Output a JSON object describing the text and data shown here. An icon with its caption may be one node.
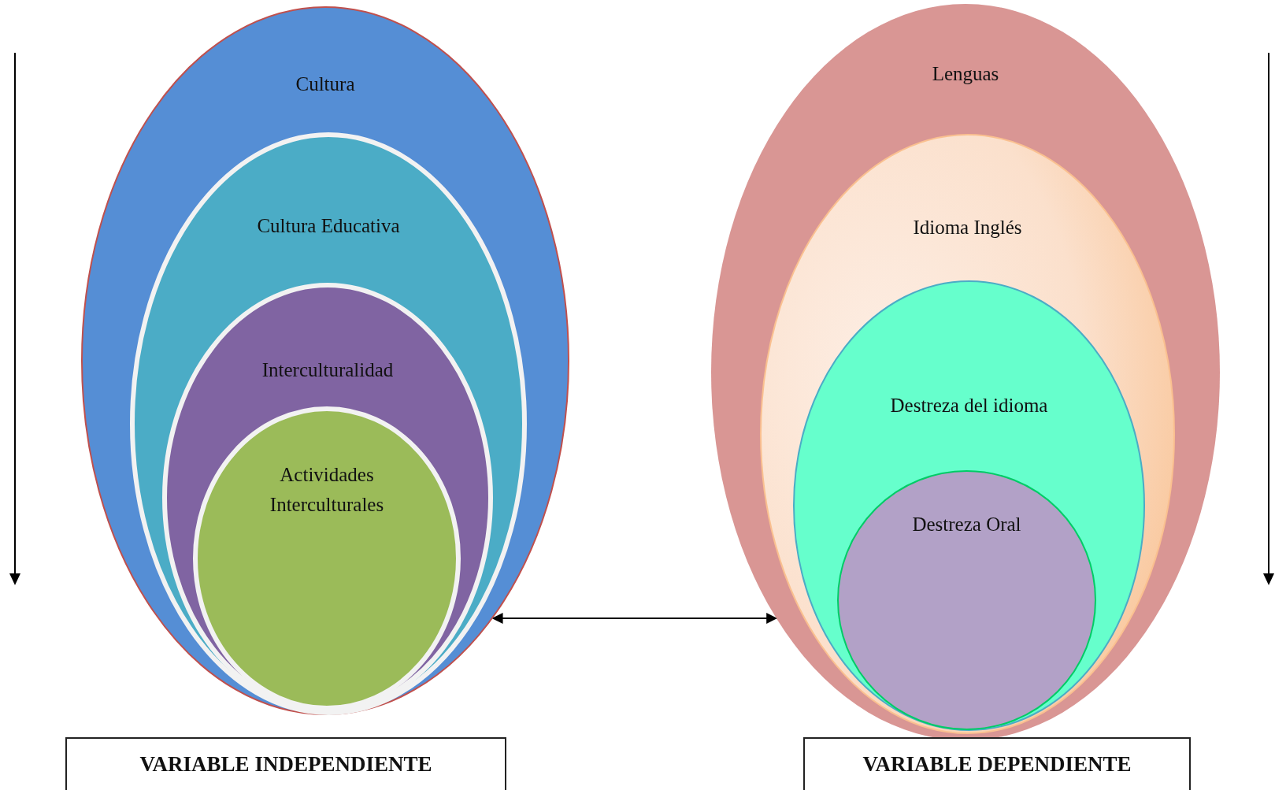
{
  "diagram": {
    "nodes": [
      {
        "text": [
          "Cultura"
        ]
      },
      {
        "text": [
          "Cultura Educativa"
        ],
        "in": 0
      },
      {
        "text": [
          "Interculturalidad"
        ],
        "in": 1
      },
      {
        "text": [
          "Actividades Interculturales"
        ],
        "in": 2
      },
      {
        "text": [
          "Lenguas"
        ]
      },
      {
        "text": [
          "Idioma Inglés"
        ],
        "in": 4
      },
      {
        "text": [
          "Destreza del idioma"
        ],
        "in": 5
      },
      {
        "text": [
          "Destreza Oral"
        ],
        "in": 6
      },
      {
        "text": [
          "VARIABLE INDEPENDIENTE"
        ]
      },
      {
        "text": [
          "VARIABLE DEPENDIENTE"
        ]
      }
    ],
    "edges": [
      {
        "from": 0,
        "to": 4,
        "arrow": "both"
      }
    ]
  }
}
